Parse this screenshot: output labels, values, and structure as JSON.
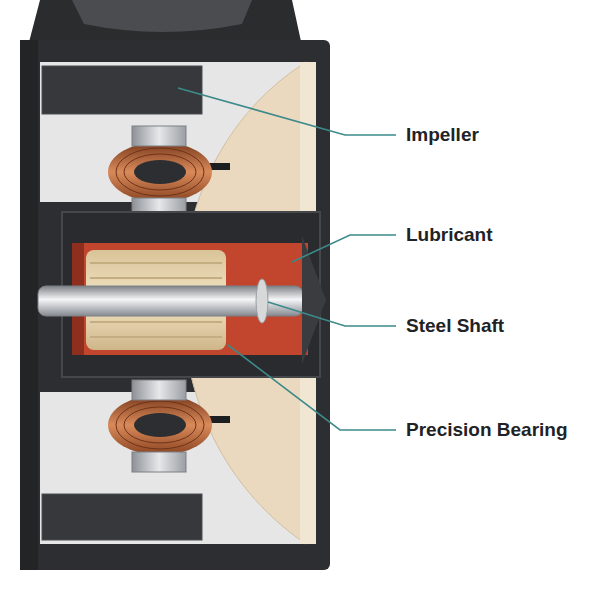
{
  "diagram": {
    "labels": [
      "Impeller",
      "Lubricant",
      "Steel Shaft",
      "Precision Bearing"
    ]
  }
}
